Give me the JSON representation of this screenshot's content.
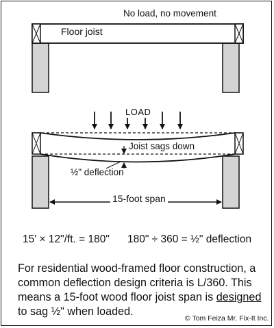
{
  "diagram": {
    "top_title": "No load, no movement",
    "joist_label": "Floor joist",
    "load_label": "LOAD",
    "sag_label": "Joist sags down",
    "deflection_label": "½\" deflection",
    "span_label": "15-foot span"
  },
  "equations": {
    "left": "15' × 12\"/ft. = 180\"",
    "right": "180\" ÷ 360 = ½\" deflection"
  },
  "note": {
    "before_underline": "For residential wood-framed floor construction, a common deflection design criteria is L/360. This means a 15-foot wood floor joist span is ",
    "underlined": "designed",
    "after_underline": " to sag ½\" when loaded."
  },
  "credit": "© Tom Feiza Mr. Fix-It Inc.",
  "colors": {
    "post_fill": "#d4d4d4",
    "ink": "#111111"
  }
}
